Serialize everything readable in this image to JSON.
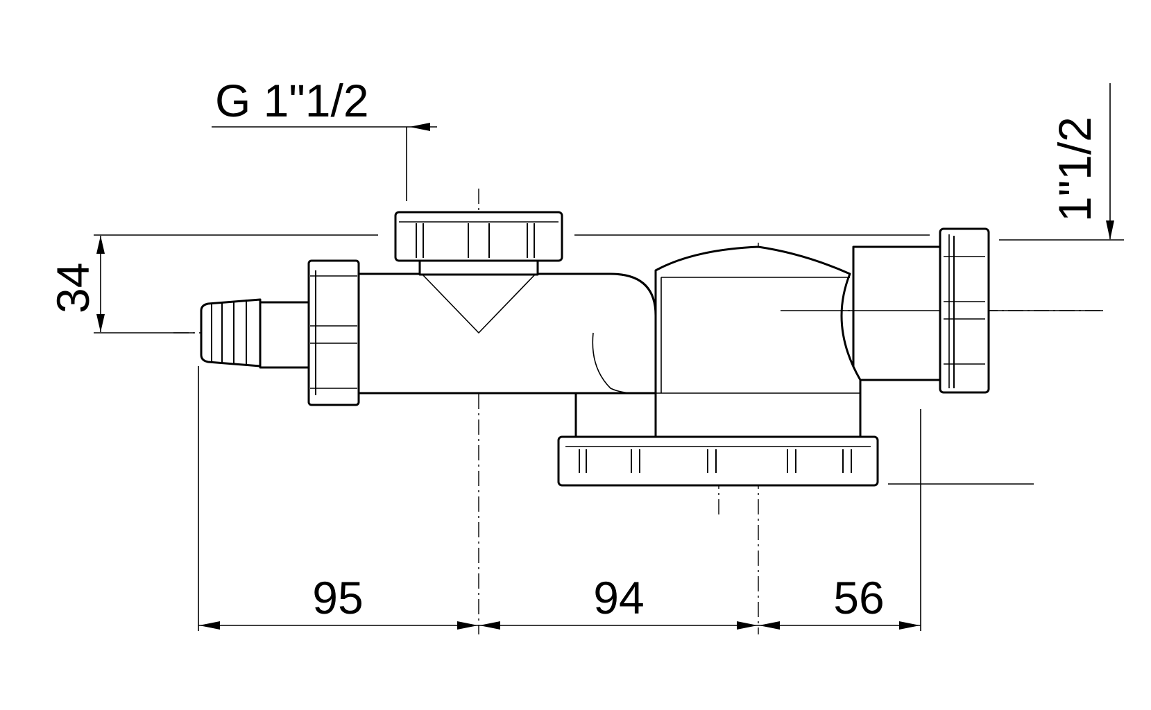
{
  "drawing": {
    "labels": {
      "outlet_thread": "G 1\"1/2",
      "inlet_thread": "1\"1/2",
      "height_offset": "34",
      "length_left": "95",
      "length_middle": "94",
      "length_right": "56"
    },
    "colors": {
      "line": "#000000",
      "background": "#ffffff"
    }
  }
}
